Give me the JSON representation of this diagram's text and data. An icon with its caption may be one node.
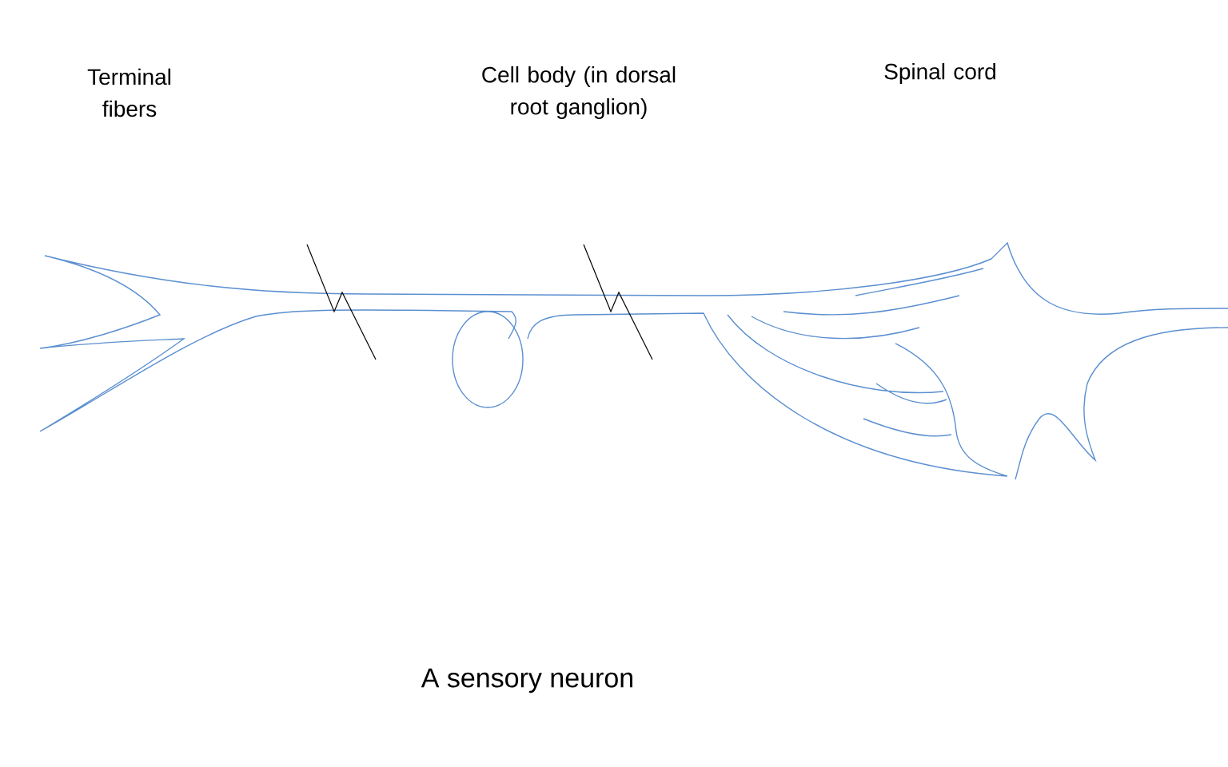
{
  "diagram": {
    "caption": "A sensory neuron",
    "labels": [
      "Terminal fibers",
      "Cell body (in dorsal root ganglion)",
      "Spinal cord"
    ]
  }
}
